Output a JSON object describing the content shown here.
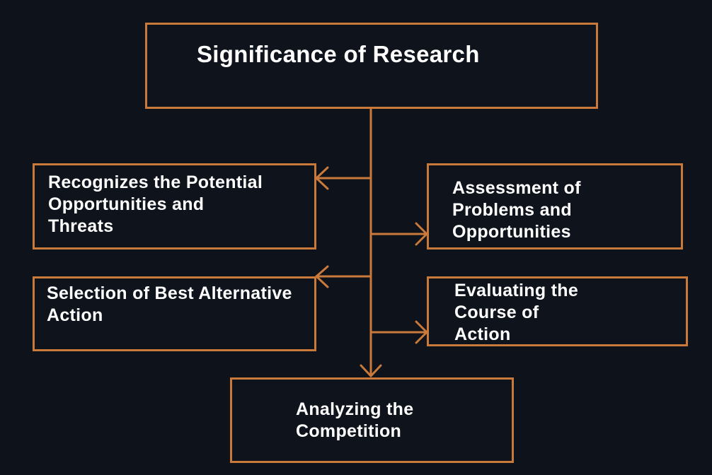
{
  "diagram": {
    "title": "Significance of Research",
    "boxes": {
      "potential": {
        "lines": [
          "Recognizes the Potential",
          "Opportunities and",
          "Threats"
        ]
      },
      "assessment": {
        "lines": [
          "Assessment of",
          "Problems and",
          "Opportunities"
        ]
      },
      "selection": {
        "lines": [
          "Selection of Best Alternative",
          "Action"
        ]
      },
      "evaluating": {
        "lines": [
          "Evaluating the",
          "Course of",
          "Action"
        ]
      },
      "competition": {
        "lines": [
          "Analyzing the",
          "Competition"
        ]
      }
    },
    "colors": {
      "background": "#0d121b",
      "box_border": "#c9793a",
      "connector": "#c9793a",
      "text": "#ffffff"
    }
  }
}
